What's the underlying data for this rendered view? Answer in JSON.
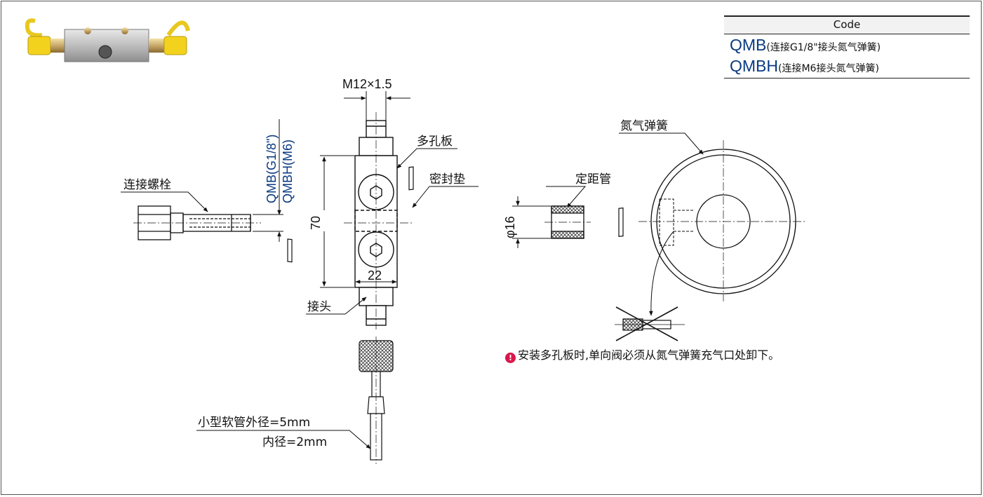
{
  "code_table": {
    "header": "Code",
    "rows": [
      {
        "code": "QMB",
        "desc": "(连接G1/8\"接头氮气弹簧)"
      },
      {
        "code": "QMBH",
        "desc": "(连接M6接头氮气弹簧)"
      }
    ]
  },
  "labels": {
    "thread": "M12×1.5",
    "manifold_plate": "多孔板",
    "seal_gasket": "密封垫",
    "connecting_bolt": "连接螺栓",
    "qmb_side": "QMB(G1/8\")",
    "qmbh_side": "QMBH(M6)",
    "height": "70",
    "width": "22",
    "joint": "接头",
    "hose_od": "小型软管外径=5mm",
    "hose_id": "内径=2mm",
    "spacer_tube": "定距管",
    "diameter": "φ16",
    "nitrogen_spring": "氮气弹簧"
  },
  "note": {
    "icon": "!",
    "text": "安装多孔板时,单向阀必须从氮气弹簧充气口处卸下。"
  },
  "colors": {
    "code_blue": "#0a3a82",
    "warning_red": "#d9164a",
    "brass": "#c9a96a",
    "yellow_cap": "#f0d020"
  }
}
